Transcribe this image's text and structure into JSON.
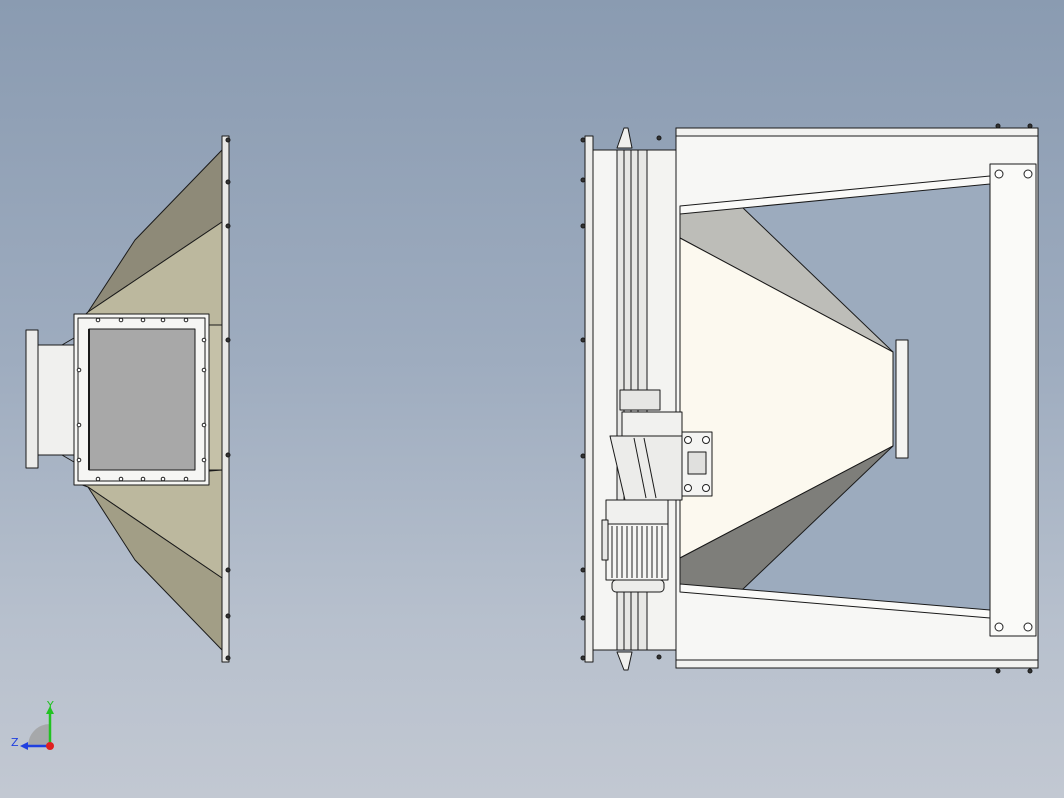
{
  "viewport": {
    "views": [
      {
        "name": "side-view"
      },
      {
        "name": "front-view"
      }
    ]
  },
  "triad": {
    "y_label": "Y",
    "z_label": "Z",
    "colors": {
      "y": "#22c222",
      "z": "#2040e0",
      "x": "#e02020"
    }
  },
  "colors": {
    "background_top": "#8a9bb1",
    "background_bottom": "#c2c8d2",
    "panel_light": "#fbfaf4",
    "panel_shade": "#b9b6a4",
    "panel_dark": "#7c7c78"
  }
}
